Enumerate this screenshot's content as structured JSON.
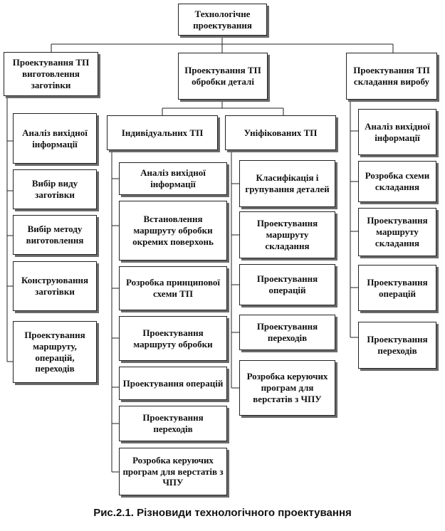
{
  "root": "Технологічне проектування",
  "branches": {
    "blank": {
      "title": "Проектування ТП виготовлення заготівки",
      "steps": [
        "Аналіз вихідної інформації",
        "Вибір виду заготівки",
        "Вибір методу виготовлення",
        "Конструювання заготівки",
        "Проектування маршруту, операцій, переходів"
      ]
    },
    "part": {
      "title": "Проектування ТП обробки деталі",
      "individual": {
        "title": "Індивідуальних ТП",
        "steps": [
          "Аналіз вихідної інформації",
          "Встановлення маршруту обробки окремих поверхонь",
          "Розробка принципової схеми ТП",
          "Проектування маршруту обробки",
          "Проектування операцій",
          "Проектування переходів",
          "Розробка керуючих програм для верстатів з ЧПУ"
        ]
      },
      "unified": {
        "title": "Уніфікованих ТП",
        "steps": [
          "Класифікація і групування деталей",
          "Проектування маршруту складання",
          "Проектування операцій",
          "Проектування переходів",
          "Розробка керуючих програм для верстатів з ЧПУ"
        ]
      }
    },
    "assembly": {
      "title": "Проектування ТП складання виробу",
      "steps": [
        "Аналіз вихідної інформації",
        "Розробка схеми складання",
        "Проектування маршруту складання",
        "Проектування операцій",
        "Проектування переходів"
      ]
    }
  },
  "caption": "Рис.2.1. Різновиди технологічного проектування"
}
